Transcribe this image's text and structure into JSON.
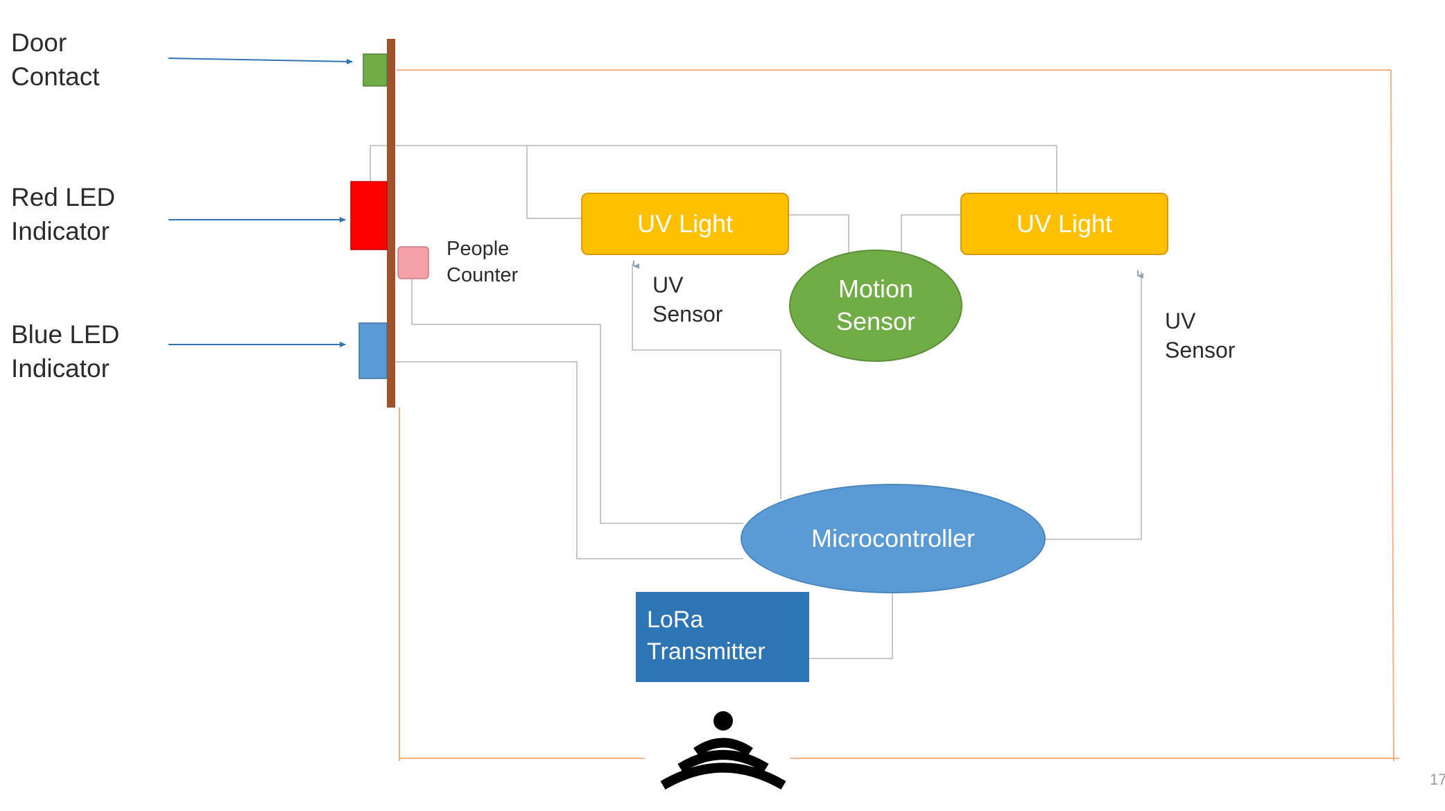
{
  "labels": {
    "door_contact": [
      "Door",
      "Contact"
    ],
    "red_led": [
      "Red LED",
      "Indicator"
    ],
    "blue_led": [
      "Blue LED",
      "Indicator"
    ],
    "people_counter": [
      "People",
      "Counter"
    ],
    "uv_sensor_left": [
      "UV",
      "Sensor"
    ],
    "uv_sensor_right": [
      "UV",
      "Sensor"
    ]
  },
  "nodes": {
    "uv_light_left": "UV Light",
    "uv_light_right": "UV Light",
    "motion_sensor": [
      "Motion",
      "Sensor"
    ],
    "microcontroller": "Microcontroller",
    "lora_transmitter": [
      "LoRa",
      "Transmitter"
    ]
  },
  "page_number": "17",
  "colors": {
    "door_contact": "#70ad47",
    "red_led": "#ff0000",
    "blue_led": "#5b9bd5",
    "people_counter": "#f4a0a8",
    "door_frame": "#a0522d",
    "room_outline": "#f4b183",
    "uv_light": "#ffc000",
    "motion_sensor": "#70ad47",
    "microcontroller": "#5b9bd5",
    "lora": "#2e75b6",
    "arrow": "#2e75b6",
    "wire": "#c8c8c8"
  },
  "icons": {
    "wireless": "wifi-signal-icon"
  }
}
